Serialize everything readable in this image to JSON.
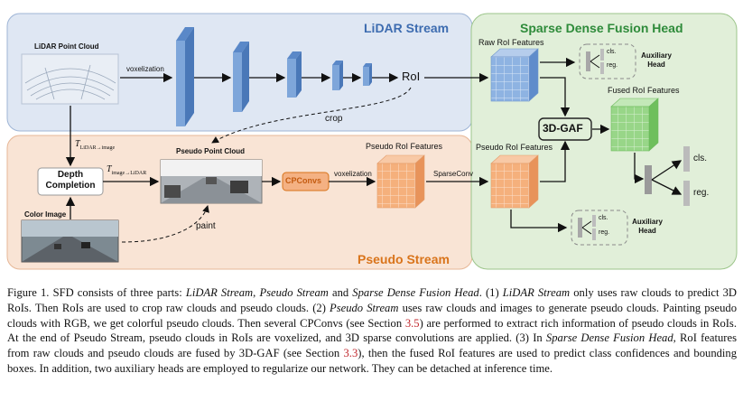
{
  "figure": {
    "lidar_stream_title": "LiDAR Stream",
    "pseudo_stream_title": "Pseudo Stream",
    "fusion_head_title": "Sparse Dense Fusion Head",
    "lidar_point_cloud_label": "LiDAR Point Cloud",
    "voxelization_label": "voxelization",
    "roi_label": "RoI",
    "crop_label": "crop",
    "t_lidar_image": "T",
    "t_lidar_image_sub": "LiDAR→image",
    "t_image_lidar": "T",
    "t_image_lidar_sub": "image→LiDAR",
    "depth_completion_label": "Depth Completion",
    "color_image_label": "Color Image",
    "pseudo_point_cloud_label": "Pseudo Point Cloud",
    "paint_label": "paint",
    "cpconvs_label": "CPConvs",
    "voxelization_label_2": "voxelization",
    "pseudo_roi_features_label": "Pseudo RoI Features",
    "sparseconv_label": "SparseConv",
    "raw_roi_features_label": "Raw RoI Features",
    "pseudo_roi_features_label_2": "Pseudo RoI Features",
    "fused_roi_features_label": "Fused RoI Features",
    "gaf_label": "3D-GAF",
    "cls_label": "cls.",
    "reg_label": "reg.",
    "aux_head_label": "Auxiliary Head",
    "cls_label_main": "cls.",
    "reg_label_main": "reg.",
    "colors": {
      "lidar_bg": "#dfe7f3",
      "pseudo_bg": "#f9e4d5",
      "fusion_bg": "#e1efd9",
      "blue_block": "#7ea6da",
      "orange_block": "#f2a36b",
      "green_block": "#8fd07f"
    }
  },
  "caption": {
    "fig_label": "Figure 1.",
    "s1": "SFD consists of three parts:",
    "it1": "LiDAR Stream",
    "s2": ",",
    "it2": "Pseudo Stream",
    "s3": "and",
    "it3": "Sparse Dense Fusion Head",
    "s4": ".      (1)",
    "it4": "LiDAR Stream",
    "s5": "only uses raw clouds to predict 3D RoIs. Then RoIs are used to crop raw clouds and pseudo clouds.      (2)",
    "it5": "Pseudo Stream",
    "s6": "uses raw clouds and images to generate pseudo clouds. Painting pseudo clouds with RGB, we get colorful pseudo clouds. Then several CPConvs (see Section",
    "ref1": "3.5",
    "s7": ") are performed to extract rich information of pseudo clouds in RoIs. At the end of Pseudo Stream, pseudo clouds in RoIs are voxelized, and 3D sparse convolutions are applied.      (3) In",
    "it6": "Sparse Dense Fusion Head",
    "s8": ", RoI features from raw clouds and pseudo clouds are fused by 3D-GAF (see Section",
    "ref2": "3.3",
    "s9": "), then the fused RoI features are used to predict class confidences and bounding boxes. In addition, two auxiliary heads are employed to regularize our network. They can be detached at inference time."
  }
}
